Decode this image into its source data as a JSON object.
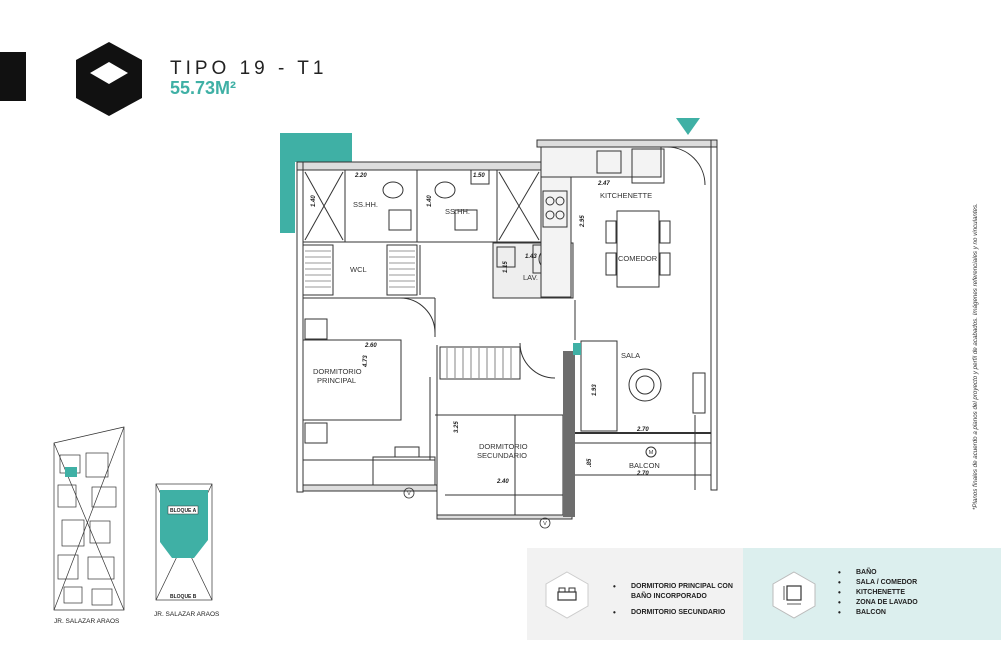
{
  "header": {
    "title": "TIPO 19 - T1",
    "area": "55.73M²"
  },
  "rooms": {
    "ss1": "SS.HH.",
    "ss2": "SS.HH.",
    "wcl": "WCL",
    "lav": "LAV.",
    "kitchenette": "KITCHENETTE",
    "comedor": "COMEDOR",
    "sala": "SALA",
    "balcon": "BALCON",
    "dorm_principal_1": "DORMITORIO",
    "dorm_principal_2": "PRINCIPAL",
    "dorm_secundario_1": "DORMITORIO",
    "dorm_secundario_2": "SECUNDARIO"
  },
  "dimensions": {
    "d220": "2.20",
    "d140a": "1.40",
    "d140b": "1.40",
    "d150": "1.50",
    "d143": "1.43",
    "d115": "1.15",
    "d247": "2.47",
    "d295": "2.95",
    "d260": "2.60",
    "d473": "4.73",
    "d193": "1.93",
    "d270a": "2.70",
    "d270b": "2.70",
    "d325": "3.25",
    "d240": "2.40",
    "d085": ".85"
  },
  "markers": {
    "v1": "V",
    "v2": "V",
    "m": "M"
  },
  "disclaimer": "*Planos finales de acuerdo a planos del proyecto y perfil de acabados. Imágenes referenciales y no vinculantes.",
  "site_plans": {
    "street_label_1": "JR. SALAZAR ARAOS",
    "street_label_2": "JR. SALAZAR ARAOS",
    "bloque_a": "BLOQUE A",
    "bloque_b": "BLOQUE B"
  },
  "legend": {
    "bedrooms": [
      "DORMITORIO PRINCIPAL CON BAÑO INCORPORADO",
      "DORMITORIO SECUNDARIO"
    ],
    "spaces": [
      "BAÑO",
      "SALA / COMEDOR",
      "KITCHENETTE",
      "ZONA DE LAVADO",
      "BALCON"
    ]
  },
  "colors": {
    "accent": "#3fb0a5",
    "dark": "#111111",
    "legend_left_bg": "#f2f2f2",
    "legend_right_bg": "#dcefee"
  }
}
